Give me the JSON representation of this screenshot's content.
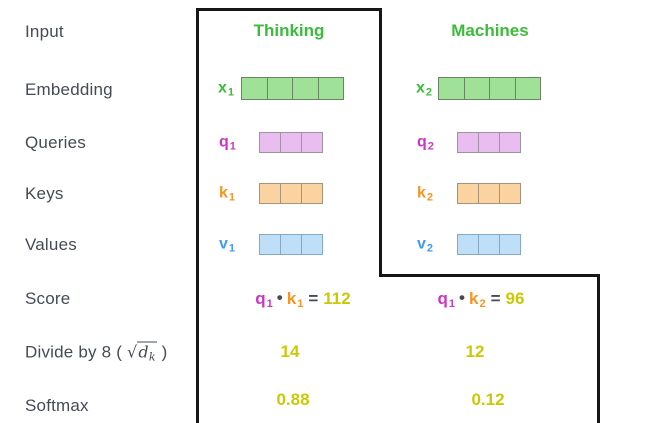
{
  "row_labels": {
    "input": "Input",
    "embedding": "Embedding",
    "queries": "Queries",
    "keys": "Keys",
    "values": "Values",
    "score": "Score",
    "divide_prefix": "Divide by 8 ( ",
    "divide_sqrt": "√",
    "divide_radicand": "d",
    "divide_radicand_sub": "k",
    "divide_suffix": " )",
    "softmax": "Softmax"
  },
  "columns": [
    {
      "header": "Thinking",
      "vectors": [
        {
          "kind": "embedding",
          "label": "x",
          "sub": "1",
          "cells": 4,
          "palette": "green"
        },
        {
          "kind": "query",
          "label": "q",
          "sub": "1",
          "cells": 3,
          "palette": "purple"
        },
        {
          "kind": "key",
          "label": "k",
          "sub": "1",
          "cells": 3,
          "palette": "orange"
        },
        {
          "kind": "value",
          "label": "v",
          "sub": "1",
          "cells": 3,
          "palette": "blue"
        }
      ],
      "score": {
        "left": "q",
        "left_sub": "1",
        "dot": "•",
        "right": "k",
        "right_sub": "1",
        "equals": "=",
        "value": "112"
      },
      "divided": "14",
      "softmax": "0.88"
    },
    {
      "header": "Machines",
      "vectors": [
        {
          "kind": "embedding",
          "label": "x",
          "sub": "2",
          "cells": 4,
          "palette": "green"
        },
        {
          "kind": "query",
          "label": "q",
          "sub": "2",
          "cells": 3,
          "palette": "purple"
        },
        {
          "kind": "key",
          "label": "k",
          "sub": "2",
          "cells": 3,
          "palette": "orange"
        },
        {
          "kind": "value",
          "label": "v",
          "sub": "2",
          "cells": 3,
          "palette": "blue"
        }
      ],
      "score": {
        "left": "q",
        "left_sub": "1",
        "dot": "•",
        "right": "k",
        "right_sub": "2",
        "equals": "=",
        "value": "96"
      },
      "divided": "12",
      "softmax": "0.12"
    }
  ],
  "palettes": {
    "green": {
      "fill": "#9ee197",
      "border": "#6b8465",
      "label": "#3bbc3b"
    },
    "purple": {
      "fill": "#eabdf1",
      "border": "#9c94a2",
      "label": "#c937c9"
    },
    "orange": {
      "fill": "#fbd3a0",
      "border": "#a6937b",
      "label": "#f89520"
    },
    "blue": {
      "fill": "#bfdef7",
      "border": "#84a9c6",
      "label": "#3f9bf0"
    }
  },
  "score_value_color": "#c9c905",
  "text_color": "#454b55",
  "header_color": "#3bbc3b",
  "outline_color": "#161616"
}
